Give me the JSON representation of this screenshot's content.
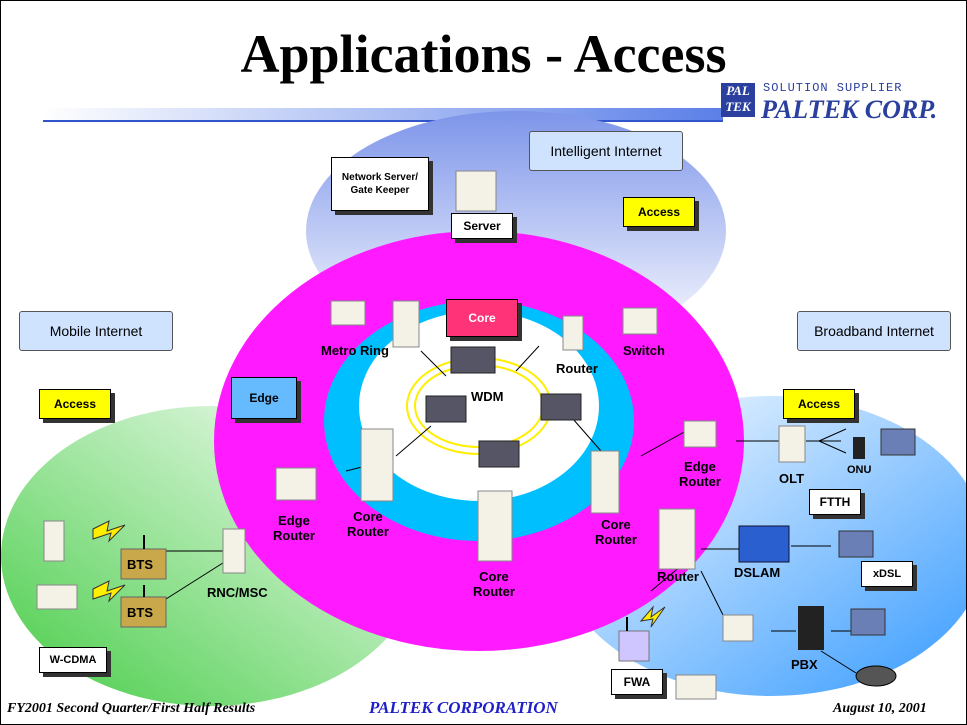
{
  "title": "Applications - Access",
  "logo": {
    "mark": "PAL TEK",
    "tagline": "SOLUTION SUPPLIER",
    "name": "PALTEK CORP."
  },
  "regions": {
    "intelligent": "Intelligent Internet",
    "mobile": "Mobile Internet",
    "broadband": "Broadband Internet"
  },
  "labels": {
    "network_server": "Network Server/\nGate Keeper",
    "server": "Server",
    "access": "Access",
    "core": "Core",
    "edge": "Edge",
    "wdm": "WDM",
    "metro_ring": "Metro Ring",
    "router": "Router",
    "switch": "Switch",
    "edge_router": "Edge\nRouter",
    "core_router": "Core\nRouter",
    "olt": "OLT",
    "onu": "ONU",
    "ftth": "FTTH",
    "dslam": "DSLAM",
    "xdsl": "xDSL",
    "pbx": "PBX",
    "fwa": "FWA",
    "bts": "BTS",
    "rnc_msc": "RNC/MSC",
    "wcdma": "W-CDMA"
  },
  "footer": {
    "left": "FY2001 Second Quarter/First Half Results",
    "center": "PALTEK CORPORATION",
    "right": "August 10, 2001"
  },
  "colors": {
    "core_ring": "#ff00ff",
    "core_inner": "#00bfff",
    "mobile_zone": "#66dd66",
    "broadband_zone": "#66bbff",
    "intelligent_zone": "#8fa8ee",
    "access_box": "#ffff00",
    "core_box": "#ff3377",
    "edge_box": "#66bbff",
    "footer_company": "#1f1fc8"
  }
}
